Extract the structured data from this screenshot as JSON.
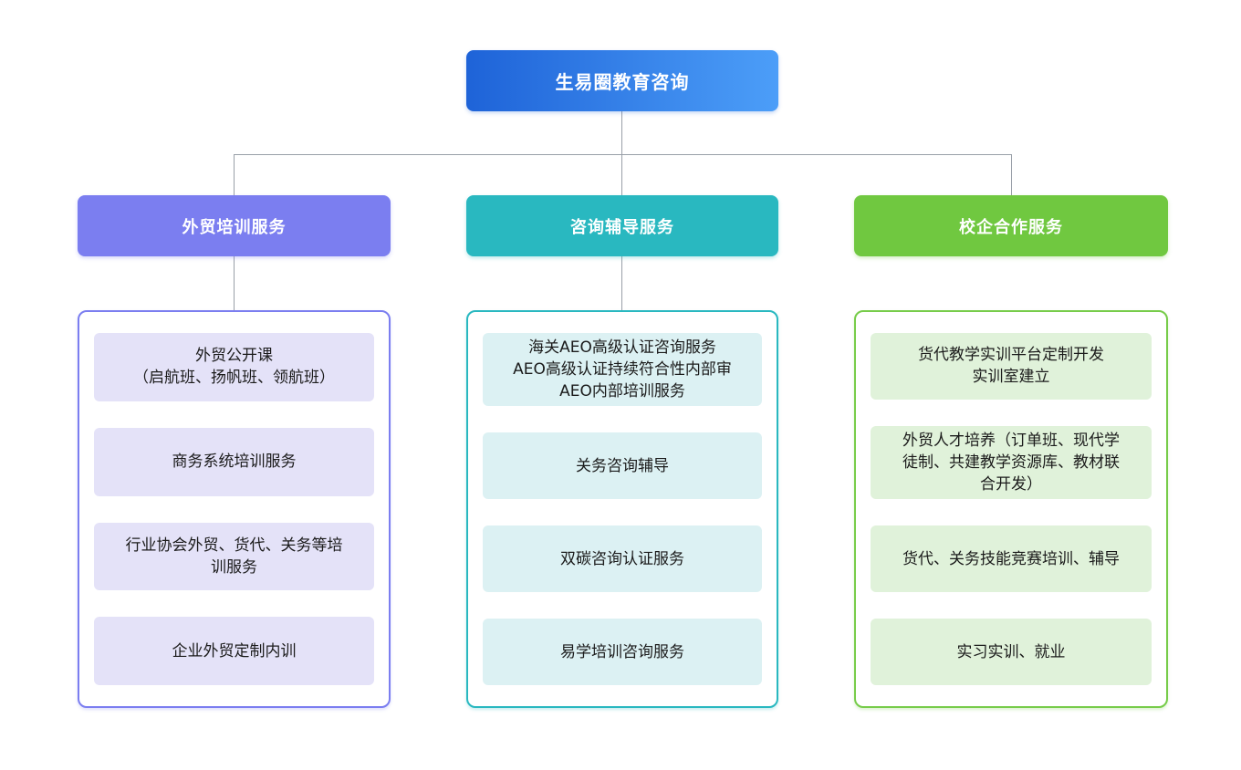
{
  "root": {
    "label": "生易圈教育咨询",
    "gradient_start": "#1e63d8",
    "gradient_end": "#4c9ef8"
  },
  "connector_color": "#999fa8",
  "columns": [
    {
      "header": "外贸培训服务",
      "accent": "#7b7ef0",
      "item_bg": "#e4e2f8",
      "items": [
        "外贸公开课\n（启航班、扬帆班、领航班）",
        "商务系统培训服务",
        "行业协会外贸、货代、关务等培\n训服务",
        "企业外贸定制内训"
      ]
    },
    {
      "header": "咨询辅导服务",
      "accent": "#29b8c0",
      "item_bg": "#dcf1f3",
      "items": [
        "海关AEO高级认证咨询服务\nAEO高级认证持续符合性内部审\nAEO内部培训服务",
        "关务咨询辅导",
        "双碳咨询认证服务",
        "易学培训咨询服务"
      ]
    },
    {
      "header": "校企合作服务",
      "accent": "#70c840",
      "item_bg": "#e0f2da",
      "items": [
        "货代教学实训平台定制开发\n实训室建立",
        "外贸人才培养（订单班、现代学\n徒制、共建教学资源库、教材联\n合开发）",
        "货代、关务技能竞赛培训、辅导",
        "实习实训、就业"
      ]
    }
  ]
}
